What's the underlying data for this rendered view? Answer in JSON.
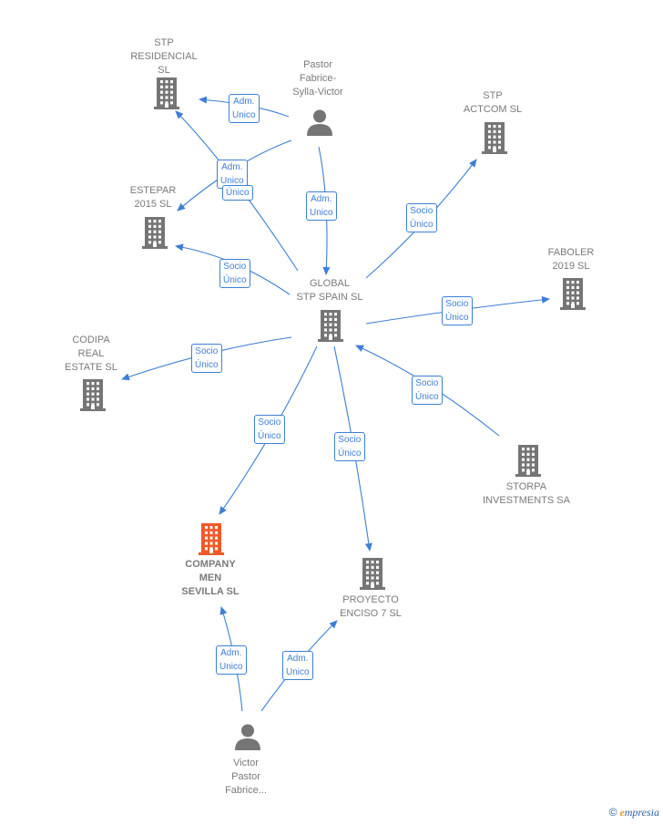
{
  "colors": {
    "edge": "#3d7fd6",
    "building": "#757575",
    "highlight": "#f05a28",
    "person": "#757575"
  },
  "nodes": [
    {
      "id": "stp_residencial",
      "label": "STP\nRESIDENCIAL\nSL",
      "icon": "building-icon"
    },
    {
      "id": "pastor",
      "label": "Pastor\nFabrice-\nSylla-Victor",
      "icon": "person-icon"
    },
    {
      "id": "stp_actcom",
      "label": "STP\nACTCOM SL",
      "icon": "building-icon"
    },
    {
      "id": "estepar",
      "label": "ESTEPAR\n2015 SL",
      "icon": "building-icon"
    },
    {
      "id": "faboler",
      "label": "FABOLER\n2019 SL",
      "icon": "building-icon"
    },
    {
      "id": "global",
      "label": "GLOBAL\nSTP SPAIN SL",
      "icon": "building-icon"
    },
    {
      "id": "codipa",
      "label": "CODIPA\nREAL\nESTATE SL",
      "icon": "building-icon"
    },
    {
      "id": "storpa",
      "label": "STORPA\nINVESTMENTS SA",
      "icon": "building-icon"
    },
    {
      "id": "company_men",
      "label": "COMPANY\nMEN\nSEVILLA SL",
      "icon": "building-icon",
      "highlight": true
    },
    {
      "id": "proyecto",
      "label": "PROYECTO\nENCISO 7 SL",
      "icon": "building-icon"
    },
    {
      "id": "victor",
      "label": "Victor\nPastor\nFabrice...",
      "icon": "person-icon"
    }
  ],
  "edges": [
    {
      "from": "pastor",
      "to": "stp_residencial",
      "label": "Adm.\nUnico"
    },
    {
      "from": "pastor",
      "to": "estepar",
      "label": "Adm.\nUnico"
    },
    {
      "from": "global",
      "to": "stp_residencial",
      "label": "Único"
    },
    {
      "from": "pastor",
      "to": "global",
      "label": "Adm.\nUnico"
    },
    {
      "from": "global",
      "to": "stp_actcom",
      "label": "Socio\nÚnico"
    },
    {
      "from": "global",
      "to": "estepar",
      "label": "Socio\nÚnico"
    },
    {
      "from": "global",
      "to": "faboler",
      "label": "Socio\nÚnico"
    },
    {
      "from": "global",
      "to": "codipa",
      "label": "Socio\nÚnico"
    },
    {
      "from": "storpa",
      "to": "global",
      "label": "Socio\nÚnico"
    },
    {
      "from": "global",
      "to": "company_men",
      "label": "Socio\nÚnico"
    },
    {
      "from": "global",
      "to": "proyecto",
      "label": "Socio\nÚnico"
    },
    {
      "from": "victor",
      "to": "company_men",
      "label": "Adm.\nUnico"
    },
    {
      "from": "victor",
      "to": "proyecto",
      "label": "Adm.\nUnico"
    }
  ],
  "brand": {
    "copyright": "©",
    "initial": "e",
    "rest": "mpresia"
  }
}
